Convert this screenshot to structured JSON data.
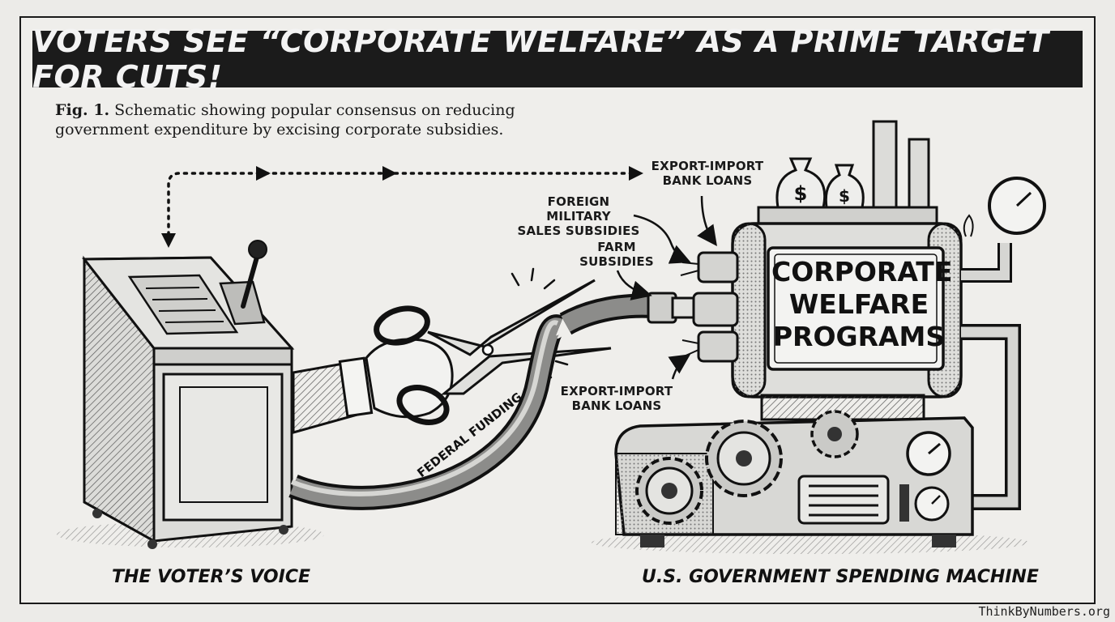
{
  "header": {
    "title": "VOTERS SEE “CORPORATE WELFARE” AS A PRIME TARGET FOR CUTS!"
  },
  "caption": {
    "fig_label": "Fig. 1.",
    "text": "Schematic showing popular consensus on reducing government expenditure by excising corporate subsidies."
  },
  "voting_machine": {
    "label": "THE VOTER’S VOICE"
  },
  "hose": {
    "label": "FEDERAL FUNDING"
  },
  "spending_machine": {
    "label": "U.S. GOVERNMENT SPENDING MACHINE",
    "panel_lines": [
      "CORPORATE",
      "WELFARE",
      "PROGRAMS"
    ],
    "money_bag_symbols": [
      "$",
      "$"
    ]
  },
  "callouts": [
    {
      "lines": [
        "EXPORT-IMPORT",
        "BANK LOANS"
      ]
    },
    {
      "lines": [
        "FOREIGN MILITARY",
        "SALES SUBSIDIES"
      ]
    },
    {
      "lines": [
        "FARM",
        "SUBSIDIES"
      ]
    },
    {
      "lines": [
        "EXPORT-IMPORT",
        "BANK LOANS"
      ]
    }
  ],
  "footer": {
    "watermark": "ThinkByNumbers.org"
  }
}
